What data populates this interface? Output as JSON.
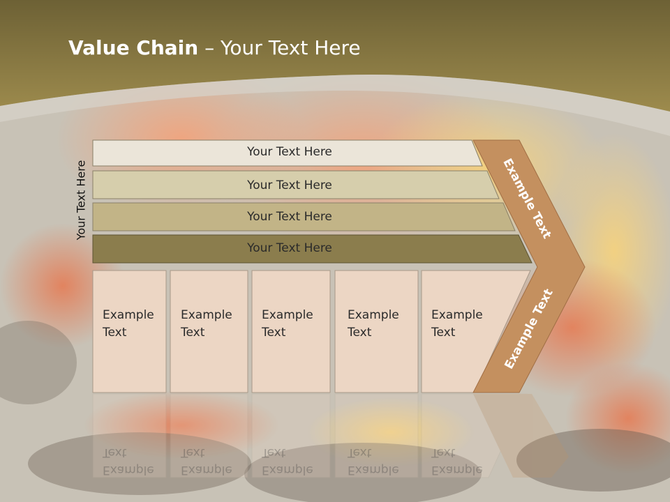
{
  "slide": {
    "title_bold": "Value Chain",
    "title_rest": " – Your Text Here",
    "side_label": "Your Text Here"
  },
  "bars": [
    {
      "label": "Your Text Here",
      "color": "#ebe5d9"
    },
    {
      "label": "Your Text Here",
      "color": "#d6ceac"
    },
    {
      "label": "Your Text Here",
      "color": "#c2b487"
    },
    {
      "label": "Your Text Here",
      "color": "#8b7d4d"
    }
  ],
  "boxes": [
    {
      "line1": "Example",
      "line2": "Text"
    },
    {
      "line1": "Example",
      "line2": "Text"
    },
    {
      "line1": "Example",
      "line2": "Text"
    },
    {
      "line1": "Example",
      "line2": "Text"
    },
    {
      "line1": "Example",
      "line2": "Text"
    }
  ],
  "chevron": {
    "upper_label": "Example Text",
    "lower_label": "Example Text",
    "color": "#c4905f"
  },
  "colors": {
    "header": "#8f7c3e",
    "box_fill": "#ecd6c4"
  }
}
